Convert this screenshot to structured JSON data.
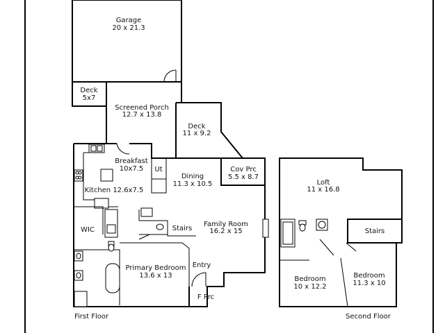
{
  "colors": {
    "wall": "#000000",
    "background": "#ffffff",
    "text": "#111111"
  },
  "rooms": {
    "garage": {
      "name": "Garage",
      "size": "20 x 21.3"
    },
    "deck_small": {
      "name": "Deck",
      "size": "5x7"
    },
    "screened_porch": {
      "name": "Screened Porch",
      "size": "12.7 x 13.8"
    },
    "deck_large": {
      "name": "Deck",
      "size": "11 x 9.2"
    },
    "breakfast": {
      "name": "Breakfast",
      "size": "10x7.5"
    },
    "utility": {
      "name": "Ut"
    },
    "dining": {
      "name": "Dining",
      "size": "11.3 x 10.5"
    },
    "cov_prc": {
      "name": "Cov Prc",
      "size": "5.5 x 8.7"
    },
    "kitchen": {
      "name": "Kitchen 12.6x7.5"
    },
    "wic": {
      "name": "WIC"
    },
    "stairs_first": {
      "name": "Stairs"
    },
    "family_room": {
      "name": "Family Room",
      "size": "16.2 x 15"
    },
    "primary_bedroom": {
      "name": "Primary Bedroom",
      "size": "13.6 x 13"
    },
    "entry": {
      "name": "Entry"
    },
    "f_prc": {
      "name": "F Prc"
    },
    "loft": {
      "name": "Loft",
      "size": "11 x 16.8"
    },
    "stairs_second": {
      "name": "Stairs"
    },
    "bedroom_1": {
      "name": "Bedroom",
      "size": "10 x 12.2"
    },
    "bedroom_2": {
      "name": "Bedroom",
      "size": "11.3 x 10"
    }
  },
  "floors": {
    "first": "First Floor",
    "second": "Second Floor"
  }
}
